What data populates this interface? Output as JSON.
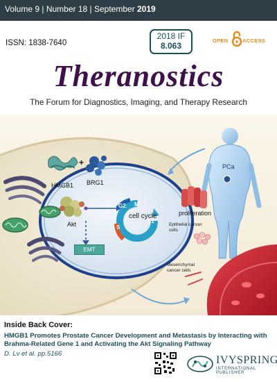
{
  "header": {
    "issue_prefix": "Volume 9 | Number 18 | September ",
    "issue_year": "2019"
  },
  "issn": "ISSN: 1838-7640",
  "impact": {
    "label": "2018 IF",
    "value": "8.063"
  },
  "open_access": {
    "left": "OPEN",
    "right": "ACCESS"
  },
  "journal": {
    "title": "Theranostics",
    "subtitle": "The Forum for Diagnostics, Imaging, and Therapy Research"
  },
  "figure": {
    "hmgb1": "HMGB1",
    "brg1": "BRG1",
    "akt": "Akt",
    "emt": "EMT",
    "cell_cycle": "cell cycle",
    "phases": {
      "g2": "G2",
      "m": "M",
      "g1": "G1",
      "s": "S"
    },
    "pca": "PCa",
    "proliferation": "proliferation",
    "epithelial": "Epithelial cancer cells",
    "mesenchymal": "Mesenchymal cancer cells"
  },
  "inside_back_cover": {
    "heading": "Inside Back Cover:",
    "title": "HMGB1 Promotes Prostate Cancer Development and Metastasis by Interacting with Brahma-Related Gene 1 and Activating the Akt Signaling Pathway",
    "authors": "D. Lv et al. pp.5166"
  },
  "publisher": {
    "name": "IVYSPRING",
    "tagline": "INTERNATIONAL PUBLISHER"
  }
}
